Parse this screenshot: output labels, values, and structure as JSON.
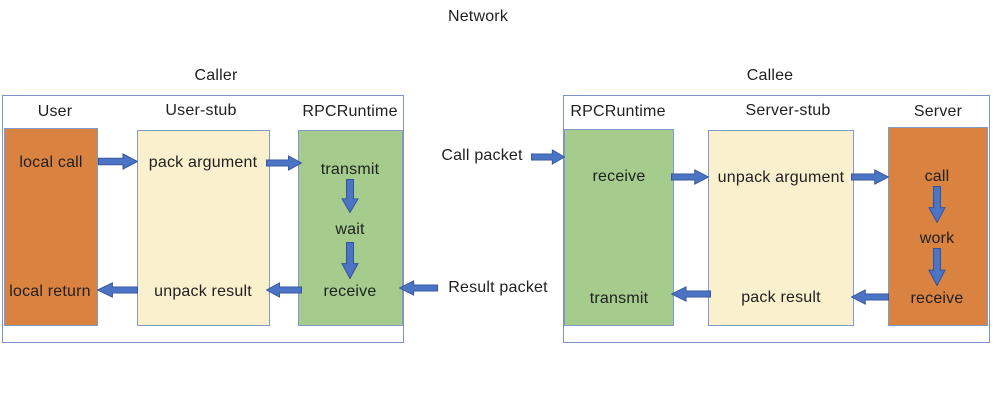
{
  "network_label": "Network",
  "packets": {
    "call_packet_label": "Call packet",
    "result_packet_label": "Result packet"
  },
  "caller": {
    "title": "Caller",
    "headers": [
      "User",
      "User-stub",
      "RPCRuntime"
    ],
    "steps": {
      "local_call": "local call",
      "pack_argument": "pack argument",
      "transmit": "transmit",
      "wait": "wait",
      "receive": "receive",
      "unpack_result": "unpack result",
      "local_return": "local return"
    }
  },
  "callee": {
    "title": "Callee",
    "headers": [
      "RPCRuntime",
      "Server-stub",
      "Server"
    ],
    "steps": {
      "receive": "receive",
      "unpack_argument": "unpack argument",
      "call": "call",
      "work": "work",
      "receive_result": "receive",
      "pack_result": "pack result",
      "transmit": "transmit"
    }
  },
  "colors": {
    "box_orange": "#da8240",
    "box_cream": "#faf0ce",
    "box_green": "#a5cc8c",
    "box_border": "#7f9cc9",
    "frame_border": "#7d93c8",
    "arrow_fill": "#4b74c5",
    "arrow_stroke": "#35539b",
    "text": "#1f1f1f"
  }
}
